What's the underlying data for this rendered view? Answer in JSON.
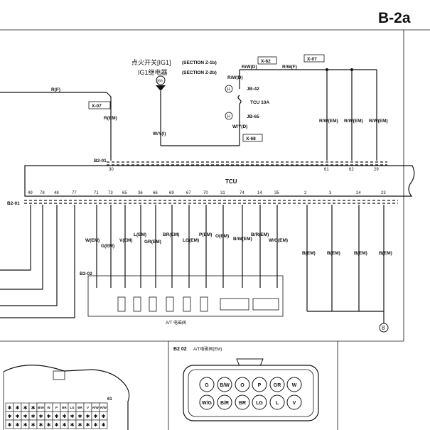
{
  "page_title": "B-2a",
  "ign_switch_label": "点火开关[IG1]",
  "ign_switch_section": "(SECTION Z-1b)",
  "ign_relay_label": "IG1继电器",
  "ign_relay_section": "(SECTION Z-2b)",
  "ign_relay_number": "366",
  "rf_wire": "R(F)",
  "x07_left": "X-07",
  "r_em": "R(EM)",
  "wy_wire": "W/Y(I)",
  "x62": "X-62",
  "x07_right": "X-07",
  "rwd": "R/W(D)",
  "rwf": "R/W(F)",
  "rwd2": "R/W(D)",
  "jb42": "JB-42",
  "jb65": "JB-65",
  "fuse_h": "H",
  "tcu_fuse": "TCU 10A",
  "wyd": "W/Y(D)",
  "x68": "X-68",
  "rwem": [
    "R/W(EM)",
    "R/W(EM)",
    "R/W(EM)"
  ],
  "b201_top": "B2-01",
  "b201_left": "B2-01",
  "b202": "B2-02",
  "pin30": "30",
  "tcu_label": "TCU",
  "top_pins": [
    "61",
    "62",
    "29"
  ],
  "bottom_pins": [
    "49",
    "78",
    "48",
    "77",
    "71",
    "73",
    "65",
    "36",
    "66",
    "69",
    "67",
    "70",
    "31",
    "74",
    "14",
    "35",
    "2",
    "3",
    "24",
    "23"
  ],
  "wire_labels": [
    "W(EM)",
    "G(EM)",
    "V(EM)",
    "L(EM)",
    "GR(EM)",
    "BR(EM)",
    "LG(EM)",
    "P(EM)",
    "O(EM)",
    "B/W(EM)",
    "B/R(EM)",
    "W/G(EM)",
    "B(EM)",
    "B(EM)",
    "B(EM)",
    "B(EM)"
  ],
  "valve_body_label": "A/T 电磁阀",
  "connector_title": "B2 02",
  "connector_subtitle": "A/T电磁阀(EM)",
  "connector_pins_top": [
    "G",
    "B/W",
    "O",
    "P",
    "GR",
    "W"
  ],
  "connector_pins_bottom": [
    "W/G",
    "B/R",
    "BR",
    "LG",
    "L",
    "V"
  ],
  "ground_number": "8",
  "left_conn_number": "61",
  "left_conn_cells": [
    "B/W",
    "W",
    "P",
    "BR",
    "LG",
    "BR",
    "V",
    "R/W",
    "R/W"
  ]
}
